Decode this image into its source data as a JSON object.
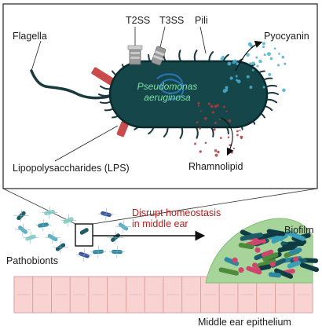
{
  "labels": {
    "flagella": "Flagella",
    "t2ss": "T2SS",
    "t3ss": "T3SS",
    "pili": "Pili",
    "pyocyanin": "Pyocyanin",
    "species_line1": "Pseudomonas",
    "species_line2": "aeruginosa",
    "lps": "Lipopolysaccharides (LPS)",
    "rhamnolipid": "Rhamnolipid",
    "disrupt_line1": "Disrupt homeostasis",
    "disrupt_line2": "in middle ear",
    "biofilm": "Biofilm",
    "pathobionts": "Pathobionts",
    "epithelium": "Middle ear epithelium"
  },
  "colors": {
    "cell_body": "#15464a",
    "cell_outline": "#0a2a2d",
    "species_text": "#7ee0a6",
    "lps_red": "#c94b4b",
    "pyocyanin_blue": "#4ab0d0",
    "rhamnolipid_red": "#b33a3a",
    "disrupt_text": "#b01e1e",
    "biofilm_green": "#a6d49a",
    "epithelium_pink": "#f7c8c8"
  }
}
